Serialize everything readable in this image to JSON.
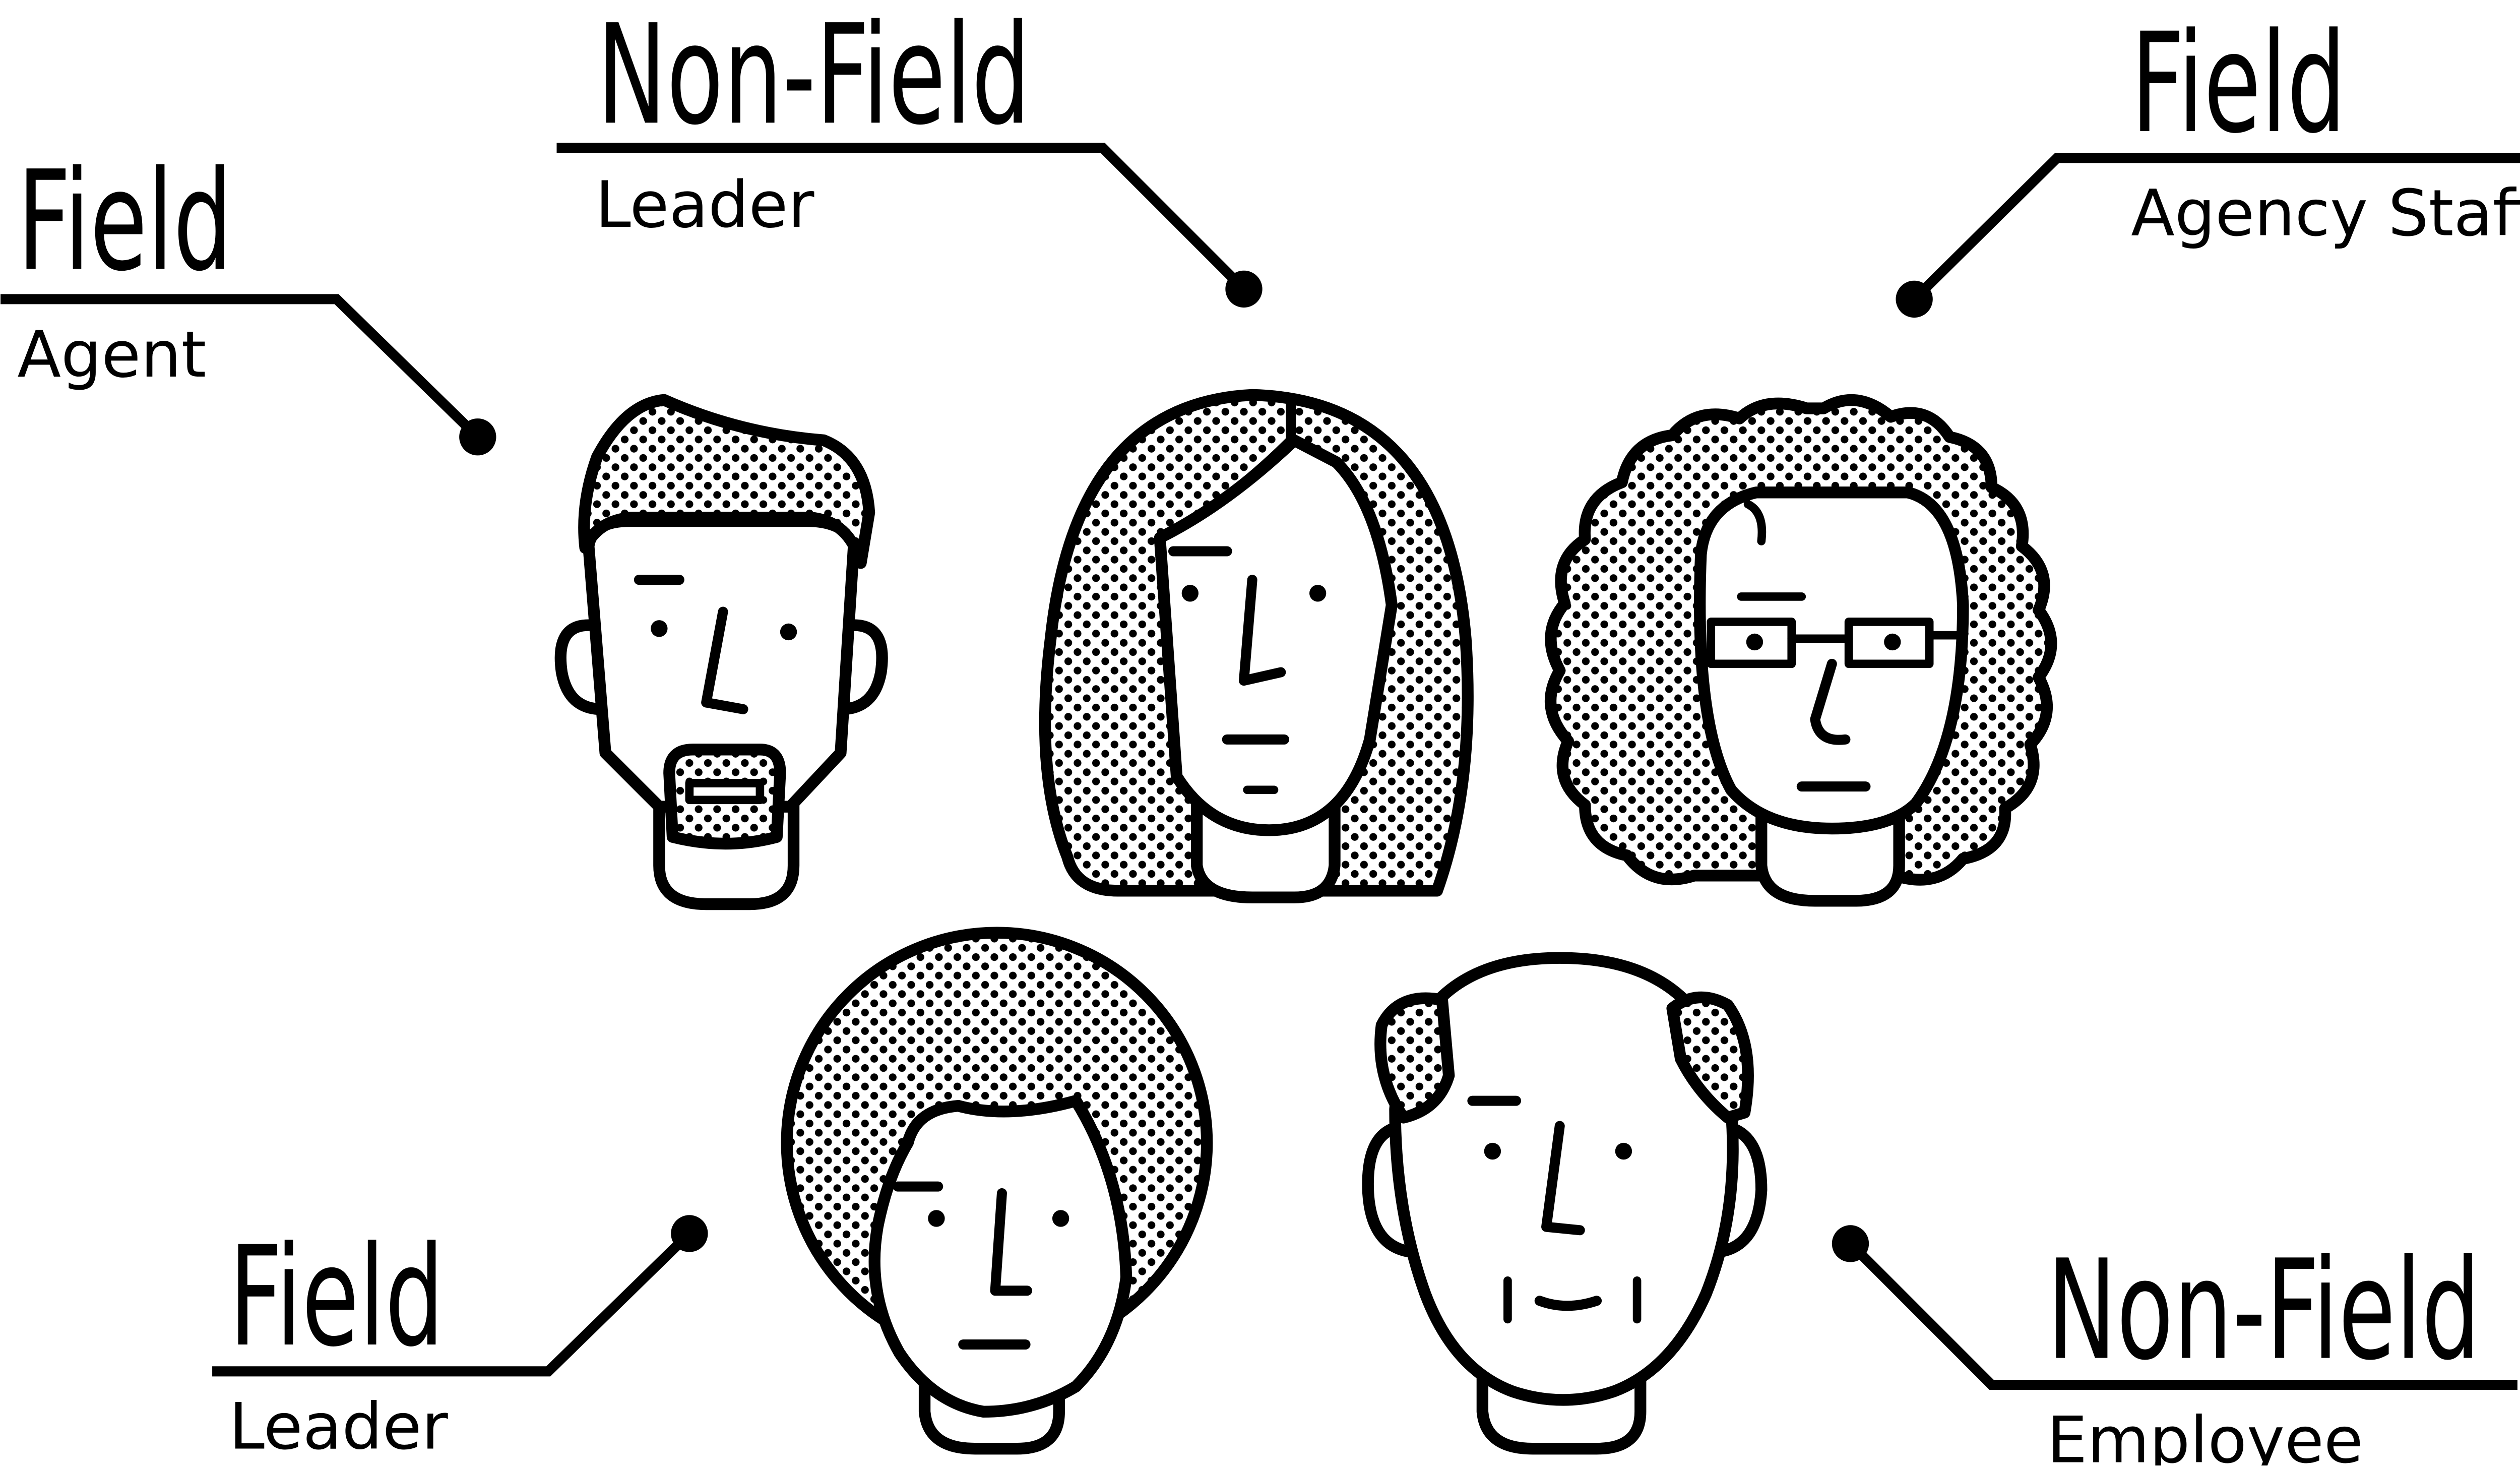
{
  "colors": {
    "ink": "#000000",
    "background": "#ffffff"
  },
  "callouts": [
    {
      "id": "field-agent",
      "type": "Field",
      "role": "Agent"
    },
    {
      "id": "nonfield-leader",
      "type": "Non-Field",
      "role": "Leader"
    },
    {
      "id": "field-agency-staff",
      "type": "Field",
      "role": "Agency Staff"
    },
    {
      "id": "field-leader",
      "type": "Field",
      "role": "Leader"
    },
    {
      "id": "nonfield-employee",
      "type": "Non-Field",
      "role": "Employee"
    }
  ],
  "portraits": [
    {
      "id": "man-goatee",
      "description_icon": "man-with-goatee-icon"
    },
    {
      "id": "woman-long-hair",
      "description_icon": "woman-long-hair-icon"
    },
    {
      "id": "woman-curly-glasses",
      "description_icon": "woman-curly-hair-glasses-icon"
    },
    {
      "id": "man-afro",
      "description_icon": "man-afro-icon"
    },
    {
      "id": "man-bald",
      "description_icon": "balding-man-icon"
    }
  ]
}
